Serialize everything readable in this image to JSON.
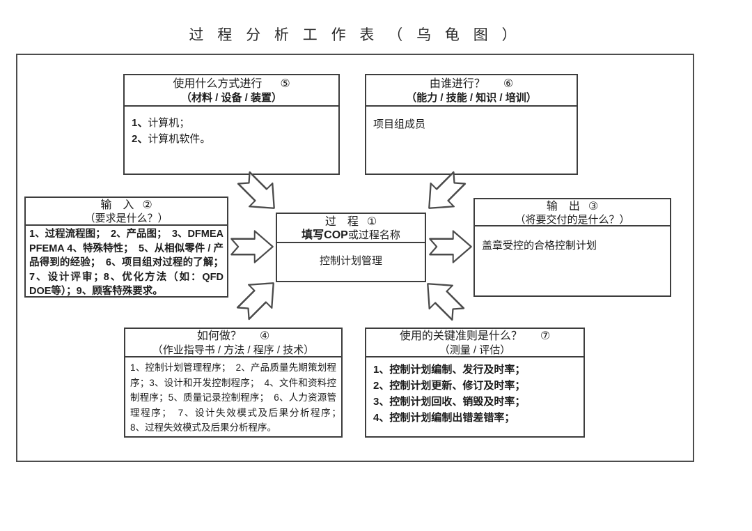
{
  "title": "过 程 分 析 工 作 表 （ 乌 龟 图 ）",
  "colors": {
    "line": "#3d3d3d",
    "frame": "#4c4c4c",
    "text": "#1c1c1c",
    "background": "#ffffff"
  },
  "icons": {
    "flow_arrows": [
      "block-arrow-down-right",
      "block-arrow-down-left",
      "block-arrow-right-in",
      "block-arrow-right-out",
      "block-arrow-up-right",
      "block-arrow-up-left"
    ]
  },
  "boxes": {
    "method": {
      "title": "使用什么方式进行",
      "number": "⑤",
      "subtitle": "（材料 / 设备 / 装置）",
      "lines": [
        {
          "num": "1、",
          "text": "计算机；"
        },
        {
          "num": "2、",
          "text": "计算机软件。"
        }
      ]
    },
    "who": {
      "title": "由谁进行？",
      "number": "⑥",
      "subtitle": "（能力 / 技能 / 知识 / 培训）",
      "body": "项目组成员"
    },
    "input": {
      "title": "输　入",
      "number": "②",
      "subtitle": "（要求是什么？）",
      "body": "1、过程流程图；　2、产品图；　3、DFMEA PFEMA 4、特殊特性；　5、从相似零件 / 产品得到的经验；　6、项目组对过程的了解；7、设计评审；8、优化方法（如：QFD DOE等）；9、顾客特殊要求。"
    },
    "process": {
      "title": "过　程",
      "number": "①",
      "subtitle_strong": "填写COP",
      "subtitle_rest": "或过程名称",
      "body": "控制计划管理"
    },
    "output": {
      "title": "输　出",
      "number": "③",
      "subtitle": "（将要交付的是什么？）",
      "body": "盖章受控的合格控制计划"
    },
    "how": {
      "title": "如何做？",
      "number": "④",
      "subtitle": "（作业指导书 / 方法 / 程序 / 技术）",
      "body": "1、控制计划管理程序；　2、产品质量先期策划程序；3、设计和开发控制程序；　4、文件和资料控制程序；5、质量记录控制程序；　6、人力资源管理程序；　7、设计失效模式及后果分析程序；　8、过程失效模式及后果分析程序。"
    },
    "criteria": {
      "title": "使用的关键准则是什么？",
      "number": "⑦",
      "subtitle": "（测量 / 评估）",
      "lines": [
        {
          "num": "1、",
          "text": "控制计划编制、发行及时率；"
        },
        {
          "num": "2、",
          "text": "控制计划更新、修订及时率；"
        },
        {
          "num": "3、",
          "text": "控制计划回收、销毁及时率；"
        },
        {
          "num": "4、",
          "text": "控制计划编制出错差错率；"
        }
      ]
    }
  }
}
